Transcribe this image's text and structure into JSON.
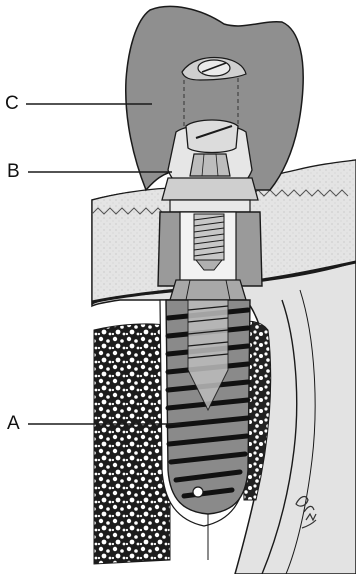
{
  "labels": {
    "a": "A",
    "b": "B",
    "c": "C"
  },
  "colors": {
    "ink": "#1a1a1a",
    "crown": "#8f8f8f",
    "gum": "#e2e2e2",
    "bone_background": "#ffffff",
    "bone_pattern": "#1c1c1c",
    "implant_body": "#8a8a8a",
    "abutment": "#d6d6d6",
    "canal": "#f2f2f2"
  }
}
